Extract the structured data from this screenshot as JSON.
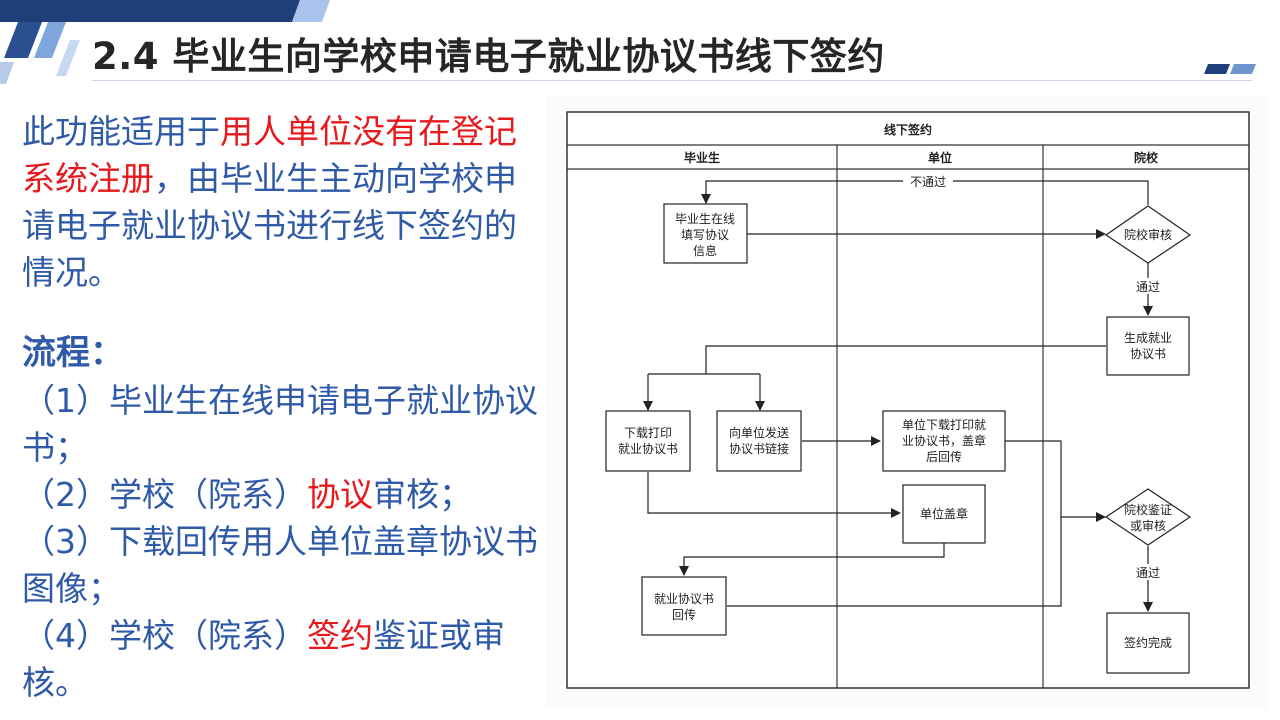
{
  "slide": {
    "title": "2.4 毕业生向学校申请电子就业协议书线下签约"
  },
  "left": {
    "intro_1": "此功能适用于",
    "intro_red": "用人单位没有在登记系统注册",
    "intro_2": "，由毕业生主动向学校申请电子就业协议书进行线下签约的情况。",
    "process_heading": "流程：",
    "step1": "（1）毕业生在线申请电子就业协议书；",
    "step2_a": "（2）学校（院系）",
    "step2_red": "协议",
    "step2_b": "审核；",
    "step3": "（3）下载回传用人单位盖章协议书图像；",
    "step4_a": "（4）学校（院系）",
    "step4_red": "签约",
    "step4_b": "鉴证或审核。"
  },
  "diagram": {
    "title": "线下签约",
    "lanes": [
      "毕业生",
      "单位",
      "院校"
    ],
    "nodes": {
      "fill_info": [
        "毕业生在线",
        "填写协议",
        "信息"
      ],
      "school_review": "院校审核",
      "generate": [
        "生成就业",
        "协议书"
      ],
      "download_print": [
        "下载打印",
        "就业协议书"
      ],
      "send_link": [
        "向单位发送",
        "协议书链接"
      ],
      "unit_download": [
        "单位下载打印就",
        "业协议书，盖章",
        "后回传"
      ],
      "unit_stamp": "单位盖章",
      "upload": [
        "就业协议书",
        "回传"
      ],
      "school_verify": [
        "院校鉴证",
        "或审核"
      ],
      "done": "签约完成"
    },
    "edge_labels": {
      "fail": "不通过",
      "pass_1": "通过",
      "pass_2": "通过"
    }
  },
  "colors": {
    "title_text": "#262626",
    "body_blue": "#2f5aa8",
    "highlight_red": "#e8191c",
    "deco_dark_blue": "#1f3f7a",
    "deco_light_blue": "#a9c4ec"
  }
}
